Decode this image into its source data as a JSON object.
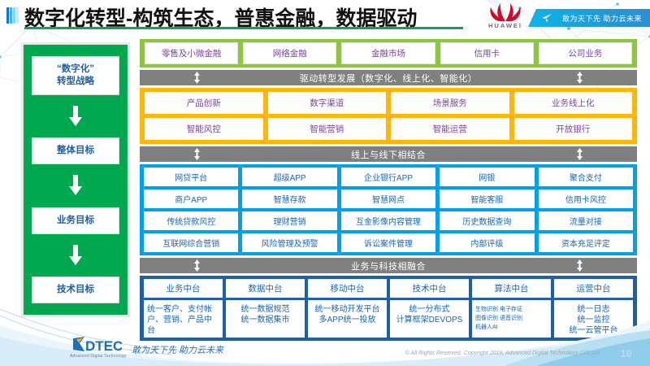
{
  "header": {
    "title": "数字化转型-构筑生态，普惠金融，数据驱动",
    "brand": "HUAWEI",
    "banner_slogan": "敢为天下先 助力云未来"
  },
  "strategy_column": {
    "items": [
      {
        "label": "“数字化”\n转型战略"
      },
      {
        "label": "整体目标"
      },
      {
        "label": "业务目标"
      },
      {
        "label": "技术目标"
      }
    ]
  },
  "business_lines": {
    "items": [
      "零售及小微金融",
      "网络金融",
      "金融市场",
      "信用卡",
      "公司业务"
    ]
  },
  "connector_1": {
    "label": "驱动转型发展（数字化、线上化、智能化）"
  },
  "overall_goals": {
    "rows": [
      [
        "产品创新",
        "数字渠道",
        "场景服务",
        "业务线上化"
      ],
      [
        "智能风控",
        "智能营销",
        "智能运营",
        "开放银行"
      ]
    ]
  },
  "connector_2": {
    "label": "线上与线下相结合"
  },
  "business_goals": {
    "rows": [
      [
        "网贷平台",
        "超级APP",
        "企业银行APP",
        "网银",
        "聚合支付"
      ],
      [
        "商户APP",
        "智慧存款",
        "智慧网点",
        "智能客服",
        "信用卡风控"
      ],
      [
        "传统贷款风控",
        "理财营销",
        "互金影像内容管理",
        "历史数据查询",
        "流量对接"
      ],
      [
        "互联网综合营销",
        "风险管理及预警",
        "诉讼案件管理",
        "内部评级",
        "资本充足评定"
      ]
    ]
  },
  "connector_3": {
    "label": "业务与科技相融合"
  },
  "tech_goals": {
    "columns": [
      {
        "head": "业务中台",
        "body": "统一客户、支付帐户、营销、产品中台",
        "align": "left"
      },
      {
        "head": "数据中台",
        "body": "统一数据规范\n统一数据集市",
        "align": "center"
      },
      {
        "head": "移动中台",
        "body": "统一移动开发平台\n多APP统一投放",
        "align": "center"
      },
      {
        "head": "技术中台",
        "body": "统一分布式\n计算框架DEVOPS",
        "align": "center"
      },
      {
        "head": "算法中台",
        "body": "生物识别 电子存证\n图像识别 语音识别\n机器人AI",
        "align": "tiny"
      },
      {
        "head": "运营中台",
        "body": "统一日志\n统一监控\n统一云管平台",
        "align": "center"
      }
    ]
  },
  "footer": {
    "logo_text": "DTEC",
    "logo_subtitle": "Advanced Digital Technology",
    "slogan": "敢为天下先   助力云未来",
    "copyright": "© All Rights Reserved. Copyright 2019, Advanced Digital Technology CO.,Ltd",
    "page_number": "10"
  },
  "colors": {
    "green": "#00a94f",
    "light_green": "#8cc63f",
    "gray": "#808080",
    "orange": "#ffb606",
    "light_blue": "#00a0e9",
    "dark_blue": "#1f5fa8",
    "purple_text": "#7a3fa0",
    "blue_text": "#1766b5"
  }
}
